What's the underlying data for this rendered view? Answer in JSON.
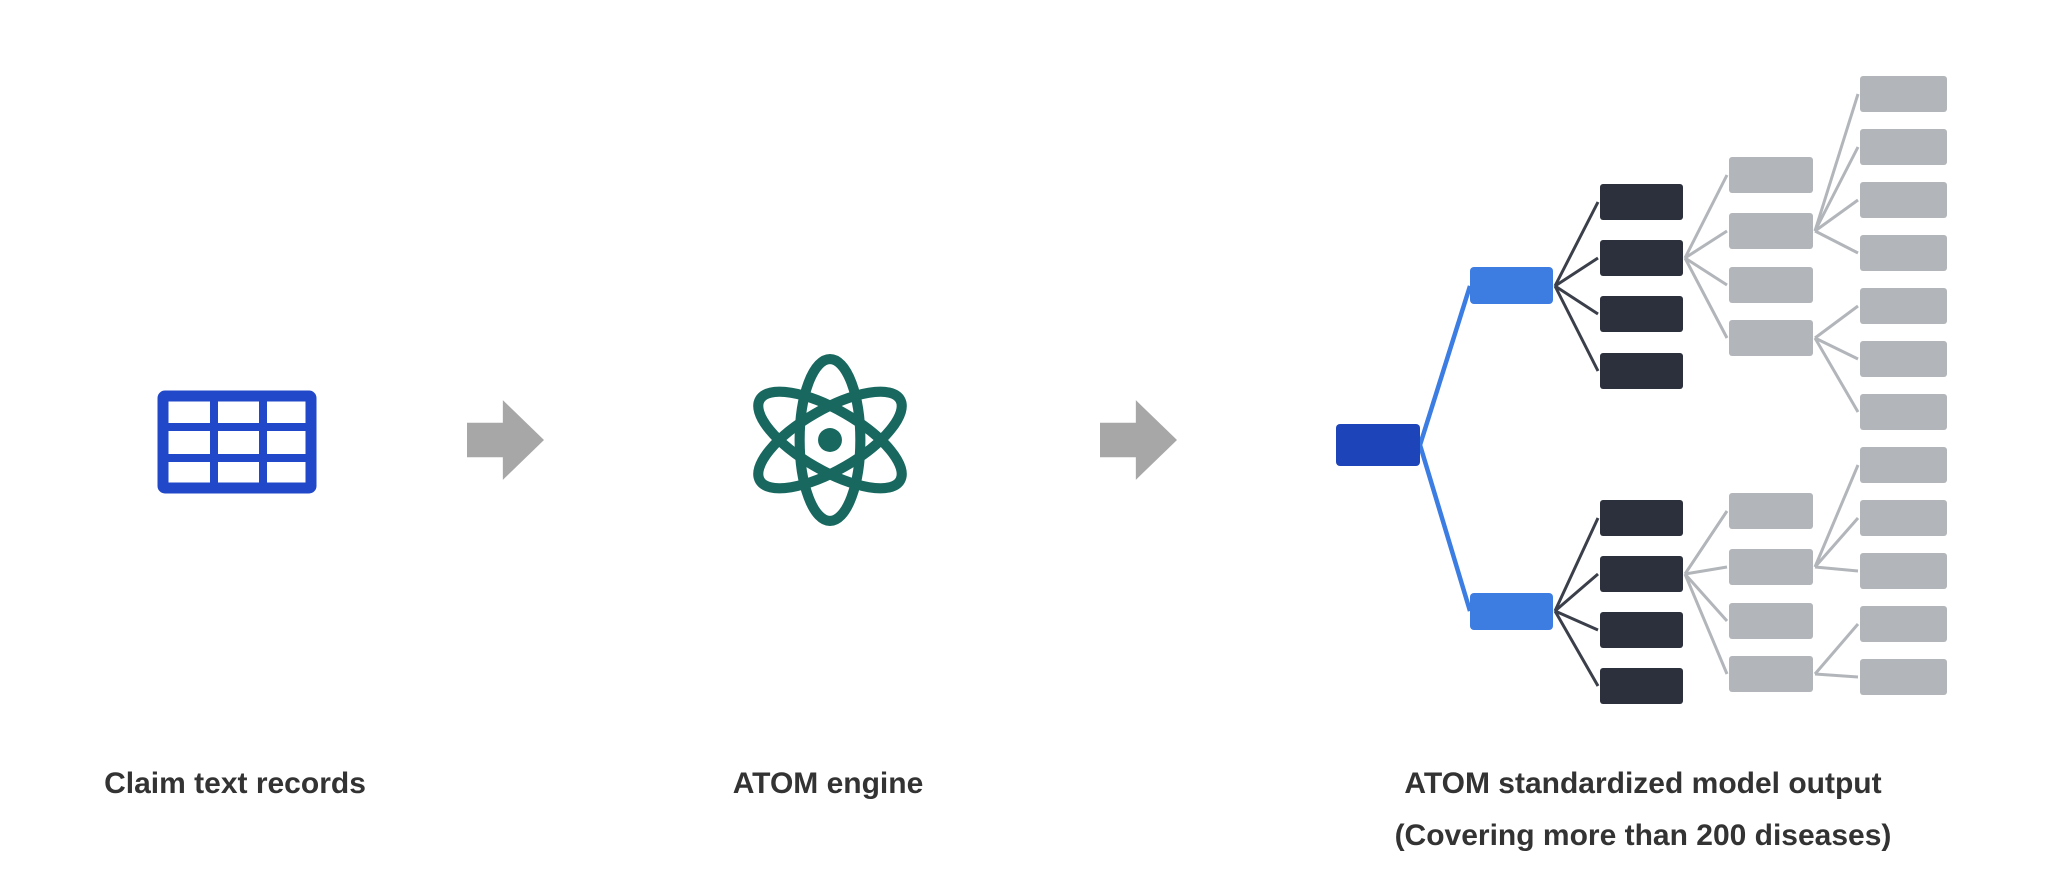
{
  "diagram": {
    "title": "ATOM pipeline diagram",
    "steps": [
      {
        "label": "Claim text records",
        "icon": "table-icon"
      },
      {
        "label": "ATOM engine",
        "icon": "atom-icon"
      },
      {
        "label": "ATOM standardized model output",
        "sublabel": "(Covering more than 200 diseases)",
        "icon": "tree-diagram"
      }
    ],
    "connectors": [
      {
        "icon": "arrow-right-icon"
      },
      {
        "icon": "arrow-right-icon"
      }
    ]
  },
  "colors": {
    "text": "#333333",
    "royal-blue": "#2148c8",
    "root-blue": "#1d44b8",
    "node-blue": "#3d7ce0",
    "link-blue": "#3b7de2",
    "navy": "#2b303c",
    "gray-node": "#b2b6ba",
    "gray-line": "#b2b6ba",
    "dark-line": "#3a3f4a",
    "arrow-gray": "#a7a7a7",
    "teal": "#18685f"
  }
}
